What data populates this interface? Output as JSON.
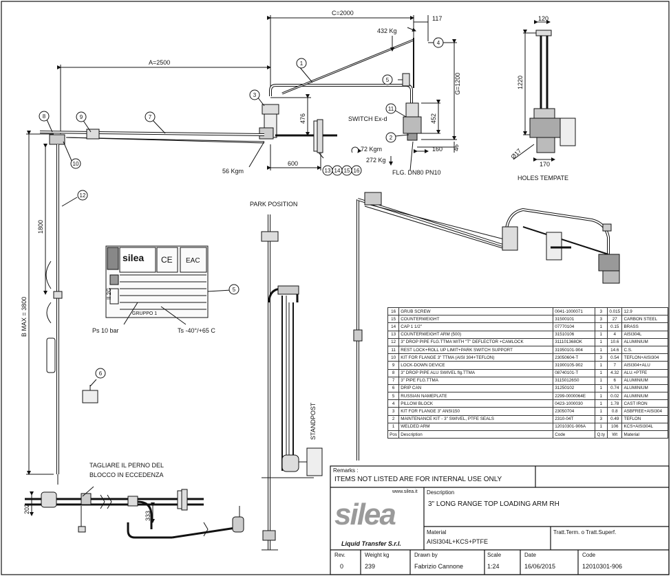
{
  "dimensions": {
    "c": "C=2000",
    "c_width": "117",
    "a": "A=2500",
    "g": "G=1200",
    "h476": "476",
    "h452": "452",
    "h45": "45",
    "w160": "160",
    "w600": "600",
    "b_max": "B MAX = 3800",
    "h1800": "1800",
    "h1220": "1220",
    "w120": "120",
    "w170": "170",
    "d17": "Ø17",
    "h202": "202",
    "h333": "333"
  },
  "annotations": {
    "kg432": "432 Kg",
    "kg272": "272 Kg",
    "kgm72": "72 Kgm",
    "kgm56": "56 Kgm",
    "switch": "SWITCH Ex-d",
    "flange": "FLG. DN80 PN10",
    "holes": "HOLES TEMPATE",
    "park": "PARK POSITION",
    "standpost": "STANDPOST",
    "ps": "Ps 10 bar",
    "ts": "Ts -40°/+65 C",
    "cut_note_1": "TAGLIARE IL PERNO DEL",
    "cut_note_2": "BLOCCO IN ECCEDENZA"
  },
  "balloons": [
    "1",
    "2",
    "3",
    "4",
    "5",
    "6",
    "7",
    "8",
    "9",
    "10",
    "11",
    "12",
    "13",
    "14",
    "15",
    "16"
  ],
  "nameplate": {
    "brand": "silea",
    "ce": "CE",
    "ex": "II 2G",
    "eac": "EAC",
    "group": "GRUPPO 1"
  },
  "bom": {
    "headers": {
      "pos": "Pos",
      "description": "Description",
      "code": "Code",
      "qty": "Q.ty",
      "wt": "Wt",
      "material": "Material"
    },
    "rows": [
      {
        "pos": "16",
        "description": "GRUB SCREW",
        "code": "0041-1000071",
        "qty": "3",
        "wt": "0.015",
        "material": "12.9"
      },
      {
        "pos": "15",
        "description": "COUNTERWEIGHT",
        "code": "31500101",
        "qty": "3",
        "wt": "27",
        "material": "CARBON STEEL"
      },
      {
        "pos": "14",
        "description": "CAP 1 1/2\"",
        "code": "07770104",
        "qty": "1",
        "wt": "0.15",
        "material": "BRASS"
      },
      {
        "pos": "13",
        "description": "COUNTERWEIGHT ARM (500)",
        "code": "31510106",
        "qty": "1",
        "wt": "4",
        "material": "AISI304L"
      },
      {
        "pos": "12",
        "description": "3\" DROP PIPE FLG.TTMA WITH \"T\" DEFLECTOR +CAMLOCK",
        "code": "311101368OK",
        "qty": "1",
        "wt": "10.6",
        "material": "ALUMINIUM"
      },
      {
        "pos": "11",
        "description": "REST LOCK+ROLL UP LIMIT+PARK SWITCH SUPPORT",
        "code": "31950101-904",
        "qty": "1",
        "wt": "14.6",
        "material": "C.S."
      },
      {
        "pos": "10",
        "description": "KIT FOR FLANGE 3\" TTMA (AISI 304+TEFLON)",
        "code": "23050604-T",
        "qty": "3",
        "wt": "0.54",
        "material": "TEFLON+AISI304"
      },
      {
        "pos": "9",
        "description": "LOCK-DOWN DEVICE",
        "code": "31900105-902",
        "qty": "1",
        "wt": "7",
        "material": "AISI304+ALU"
      },
      {
        "pos": "8",
        "description": "3\" DROP PIPE ALU SWIVEL flg.TTMA",
        "code": "08740101-T",
        "qty": "1",
        "wt": "4.32",
        "material": "ALU.+PTFE"
      },
      {
        "pos": "7",
        "description": "3\" PIPE FLG.TTMA",
        "code": "31150126S0",
        "qty": "1",
        "wt": "6",
        "material": "ALUMINIUM"
      },
      {
        "pos": "6",
        "description": "DRIP CAN",
        "code": "31250102",
        "qty": "1",
        "wt": "0.74",
        "material": "ALUMINIUM"
      },
      {
        "pos": "5",
        "description": "RUSSIAN NAMEPLATE",
        "code": "2299-0000064E",
        "qty": "1",
        "wt": "0.02",
        "material": "ALUMINIUM"
      },
      {
        "pos": "4",
        "description": "PILLOW BLOCK",
        "code": "0423-1000030",
        "qty": "1",
        "wt": "1.78",
        "material": "CAST IRON"
      },
      {
        "pos": "3",
        "description": "KIT FOR FLANGE 3\" ANSI150",
        "code": "23050704",
        "qty": "1",
        "wt": "0.8",
        "material": "ASBFREE+AISI304"
      },
      {
        "pos": "2",
        "description": "MAINTENANCE KIT - 3\" SWIVEL, PTFE SEALS",
        "code": "2310-04T",
        "qty": "3",
        "wt": "0.49",
        "material": "TEFLON"
      },
      {
        "pos": "1",
        "description": "WELDED ARM",
        "code": "12010301-906A",
        "qty": "1",
        "wt": "106",
        "material": "KCS+AISI304L"
      }
    ]
  },
  "title_block": {
    "remarks_label": "Remarks :",
    "remarks": "ITEMS NOT LISTED ARE FOR INTERNAL USE ONLY",
    "website": "www.silea.it",
    "logo": "silea",
    "tagline": "Liquid Transfer S.r.l.",
    "description_label": "Description",
    "description": "3\" LONG RANGE TOP LOADING ARM RH",
    "material_label": "Material",
    "material": "AISI304L+KCS+PTFE",
    "treatment_label": "Tratt.Term. o Tratt.Superf.",
    "rev_label": "Rev.",
    "rev": "0",
    "weight_label": "Weight kg",
    "weight": "239",
    "drawn_label": "Drawn by",
    "drawn": "Fabrizio Cannone",
    "scale_label": "Scale",
    "scale": "1:24",
    "date_label": "Date",
    "date": "16/06/2015",
    "code_label": "Code",
    "code": "12010301-906"
  }
}
